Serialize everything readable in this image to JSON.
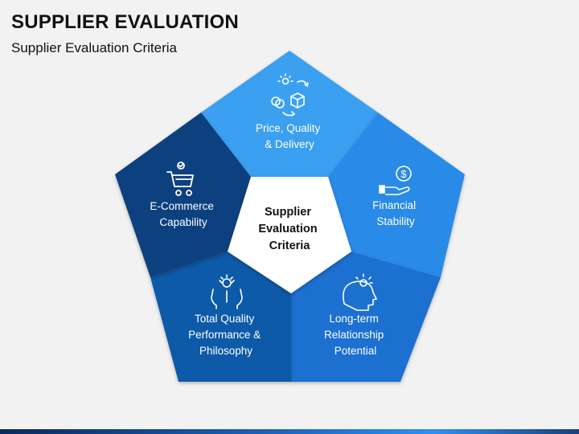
{
  "header": {
    "title": "SUPPLIER EVALUATION",
    "subtitle": "Supplier Evaluation Criteria"
  },
  "center": {
    "lines": [
      "Supplier",
      "Evaluation",
      "Criteria"
    ]
  },
  "segments": [
    {
      "key": "top",
      "lines": [
        "Price, Quality",
        "& Delivery"
      ],
      "icon": "price-quality-delivery-icon",
      "color": "#3aa0f0"
    },
    {
      "key": "right",
      "lines": [
        "Financial",
        "Stability"
      ],
      "icon": "financial-stability-icon",
      "color": "#2b8ae8"
    },
    {
      "key": "bottom-right",
      "lines": [
        "Long-term",
        "Relationship",
        "Potential"
      ],
      "icon": "head-lightbulb-icon",
      "color": "#1a6fd0"
    },
    {
      "key": "bottom-left",
      "lines": [
        "Total Quality",
        "Performance &",
        "Philosophy"
      ],
      "icon": "hands-quality-icon",
      "color": "#0e5aa8"
    },
    {
      "key": "left",
      "lines": [
        "E-Commerce",
        "Capability"
      ],
      "icon": "shopping-cart-icon",
      "color": "#0b3f7e"
    }
  ]
}
